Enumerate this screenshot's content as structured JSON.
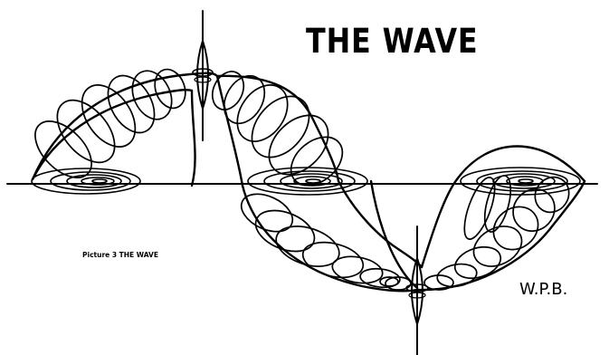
{
  "figure": {
    "title": "THE WAVE",
    "caption": "Picture 3   THE WAVE",
    "signature": "W.P.B."
  },
  "colors": {
    "ink": "#000000",
    "paper": "#ffffff"
  }
}
